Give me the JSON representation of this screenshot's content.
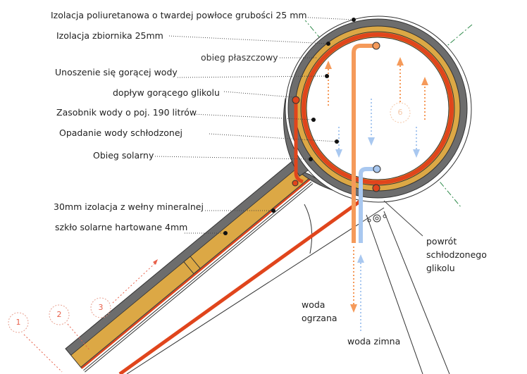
{
  "labels": {
    "pu_insulation": "Izolacja poliuretanowa o twardej powłoce grubości 25 mm",
    "tank_insulation": "Izolacja zbiornika 25mm",
    "jacket_circuit": "obieg płaszczowy",
    "hot_water_rise": "Unoszenie się gorącej wody",
    "hot_glycol_inflow": "dopływ gorącego glikolu",
    "tank": "Zasobnik wody o poj. 190 litrów",
    "cooled_water_fall": "Opadanie wody schłodzonej",
    "solar_circuit": "Obieg solarny",
    "mineral_wool": "30mm izolacja z wełny mineralnej",
    "solar_glass": "szkło solarne hartowane 4mm",
    "cooled_glycol_return": "powrót schłodzonego glikolu",
    "heated_water": "woda ogrzana",
    "cold_water": "woda zimna"
  },
  "markers": [
    "1",
    "2",
    "3",
    "6"
  ],
  "colors": {
    "housing": "#6d6d6d",
    "insulation": "#dca845",
    "glycol": "#e0451c",
    "hot_water": "#f59a5a",
    "cold_water": "#a9c8f0",
    "axis": "#2e8a4a"
  }
}
